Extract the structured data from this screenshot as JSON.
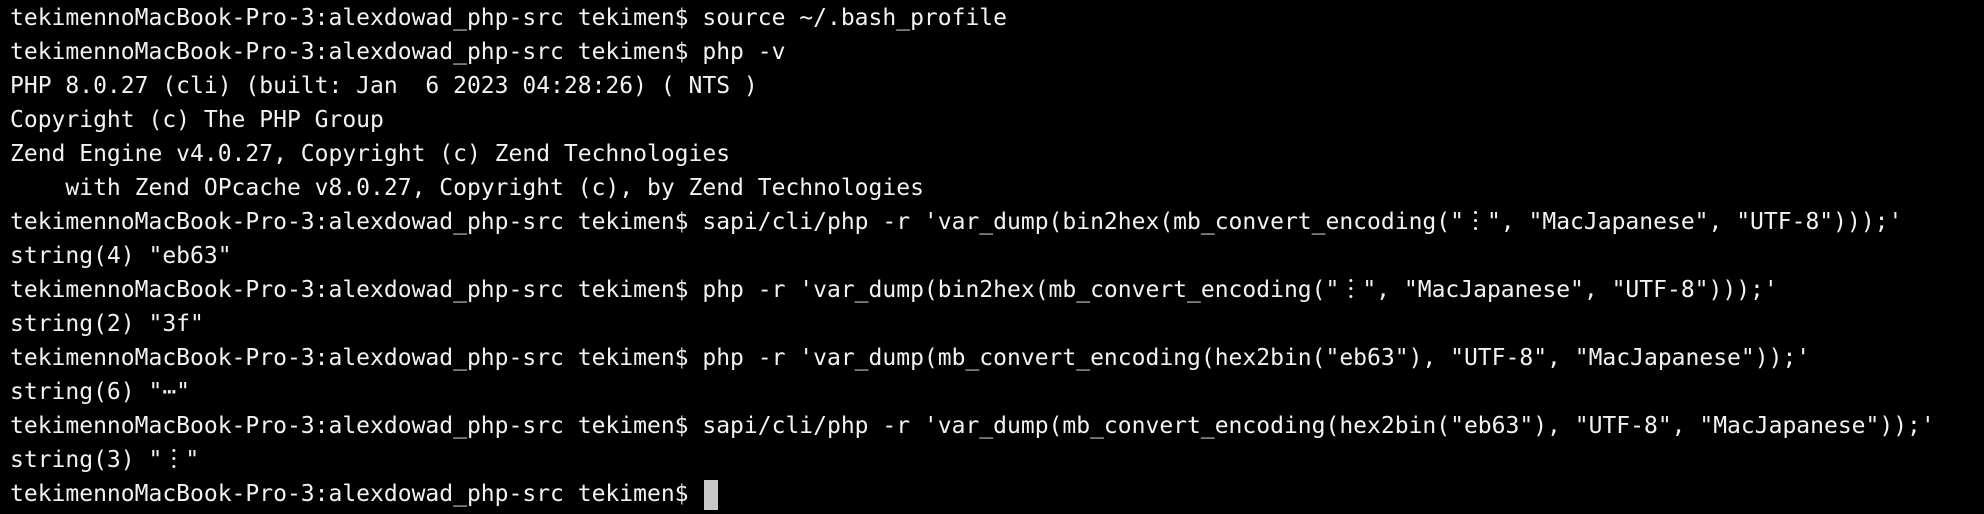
{
  "terminal": {
    "lines": [
      "tekimennoMacBook-Pro-3:alexdowad_php-src tekimen$ source ~/.bash_profile",
      "tekimennoMacBook-Pro-3:alexdowad_php-src tekimen$ php -v",
      "PHP 8.0.27 (cli) (built: Jan  6 2023 04:28:26) ( NTS )",
      "Copyright (c) The PHP Group",
      "Zend Engine v4.0.27, Copyright (c) Zend Technologies",
      "    with Zend OPcache v8.0.27, Copyright (c), by Zend Technologies",
      "tekimennoMacBook-Pro-3:alexdowad_php-src tekimen$ sapi/cli/php -r 'var_dump(bin2hex(mb_convert_encoding(\"︙\", \"MacJapanese\", \"UTF-8\")));'",
      "string(4) \"eb63\"",
      "tekimennoMacBook-Pro-3:alexdowad_php-src tekimen$ php -r 'var_dump(bin2hex(mb_convert_encoding(\"︙\", \"MacJapanese\", \"UTF-8\")));'",
      "string(2) \"3f\"",
      "tekimennoMacBook-Pro-3:alexdowad_php-src tekimen$ php -r 'var_dump(mb_convert_encoding(hex2bin(\"eb63\"), \"UTF-8\", \"MacJapanese\"));'",
      "string(6) \"⋯\"",
      "tekimennoMacBook-Pro-3:alexdowad_php-src tekimen$ sapi/cli/php -r 'var_dump(mb_convert_encoding(hex2bin(\"eb63\"), \"UTF-8\", \"MacJapanese\"));'",
      "string(3) \"︙\""
    ],
    "prompt": "tekimennoMacBook-Pro-3:alexdowad_php-src tekimen$ "
  },
  "colors": {
    "background": "#000000",
    "text": "#f2f2f2",
    "cursor": "#c8c8c8"
  }
}
